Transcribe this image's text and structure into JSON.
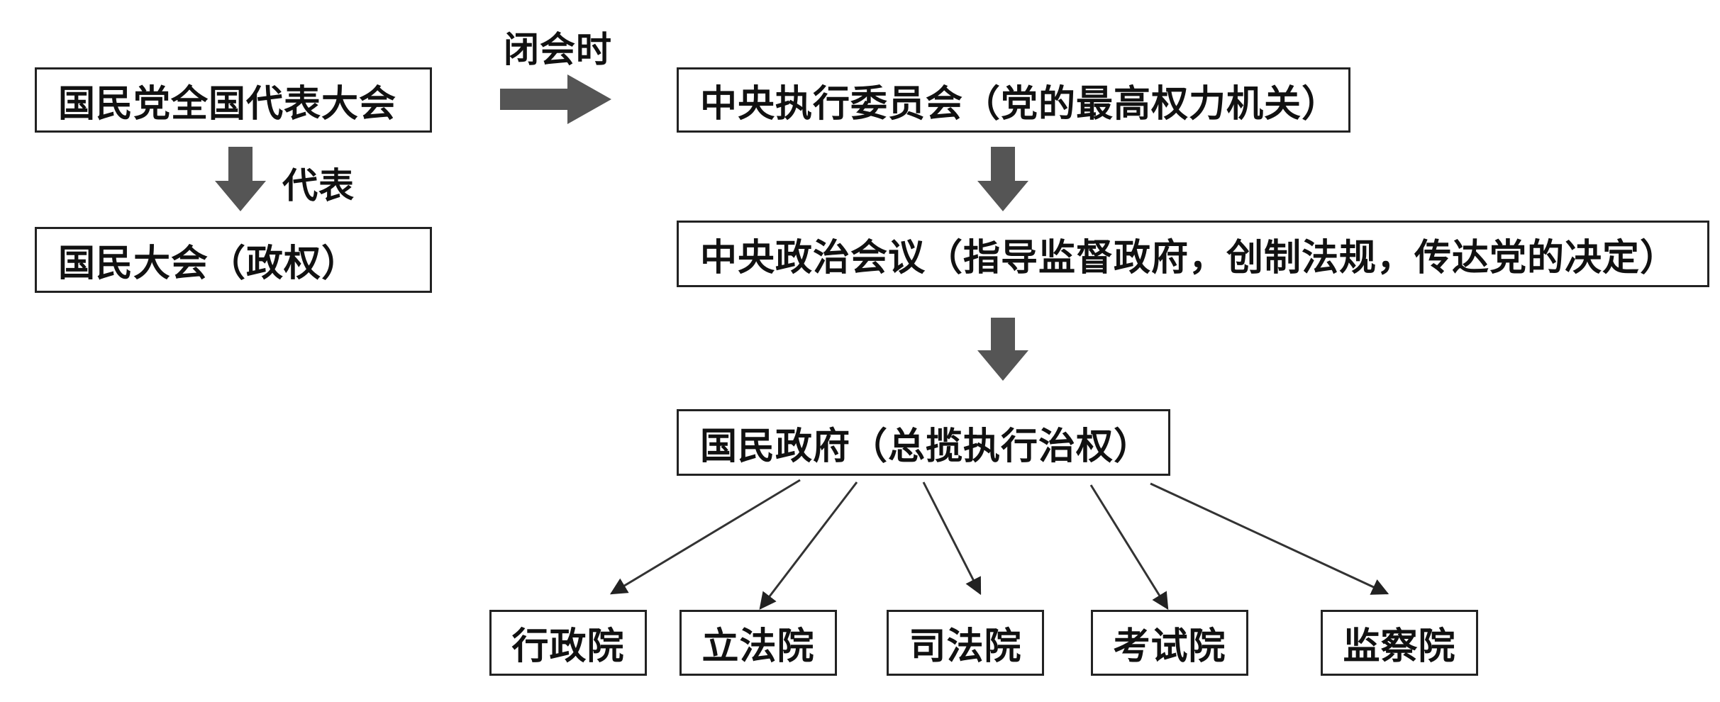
{
  "diagram": {
    "nodes": {
      "party_congress": "国民党全国代表大会",
      "national_assembly": "国民大会（政权）",
      "central_executive": "中央执行委员会（党的最高权力机关）",
      "central_political": "中央政治会议（指导监督政府，创制法规，传达党的决定）",
      "national_government": "国民政府（总揽执行治权）",
      "yuan": {
        "executive": "行政院",
        "legislative": "立法院",
        "judicial": "司法院",
        "examination": "考试院",
        "control": "监察院"
      }
    },
    "edge_labels": {
      "recess": "闭会时",
      "represents": "代表"
    },
    "colors": {
      "block_arrow": "#555555",
      "thin_arrow": "#333333",
      "border": "#222222"
    }
  }
}
